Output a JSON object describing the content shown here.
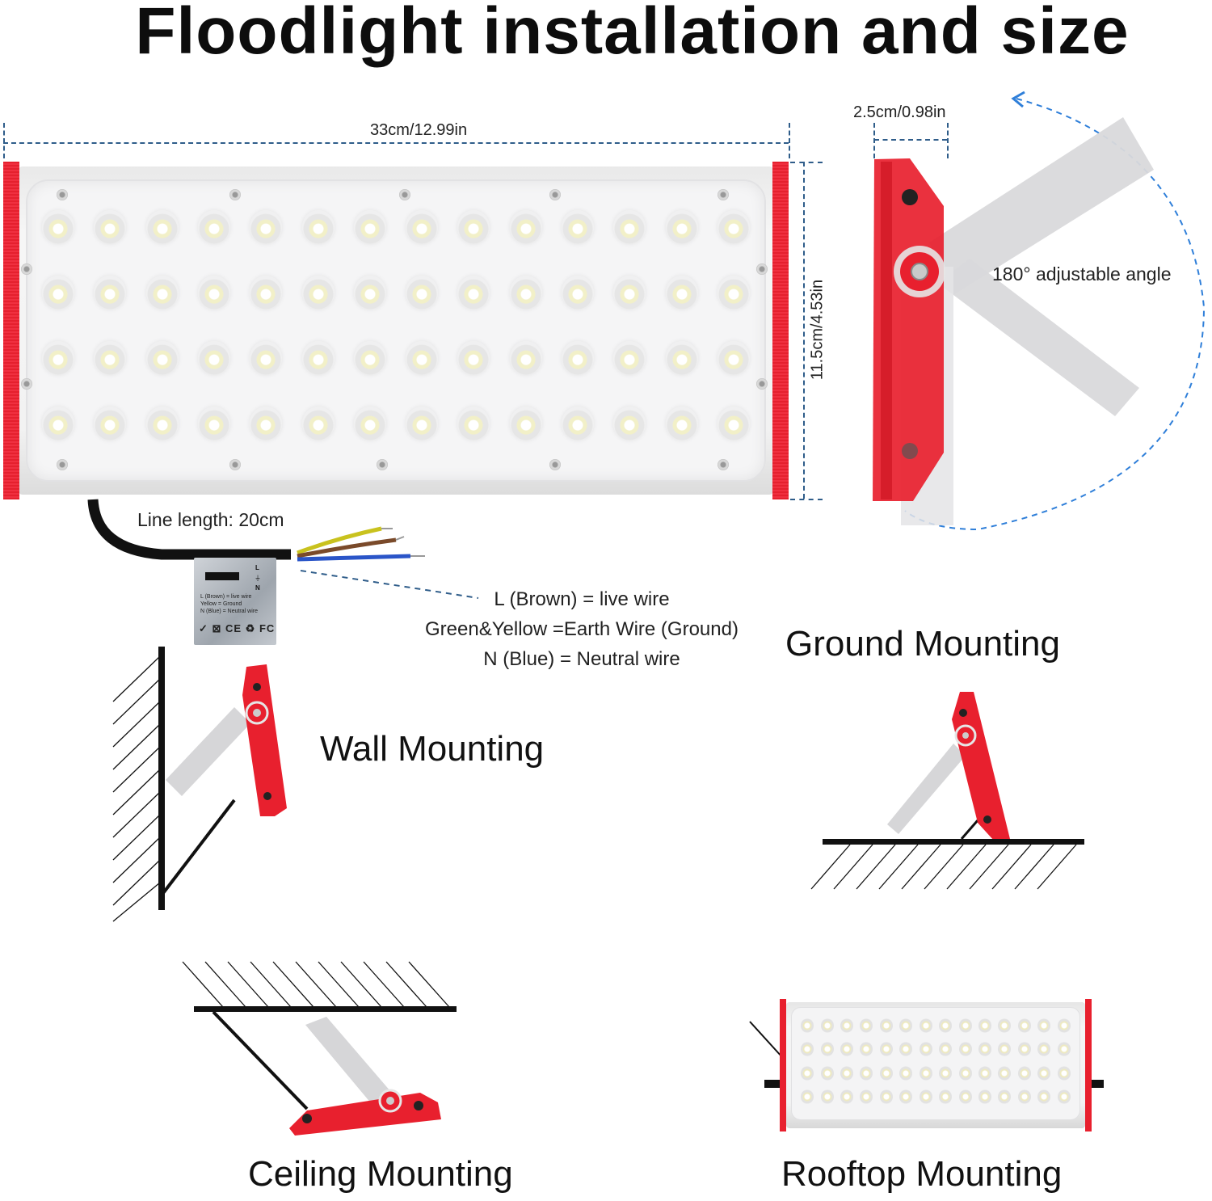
{
  "title": "Floodlight installation and size",
  "dimensions": {
    "length": "33cm/12.99in",
    "height": "11.5cm/4.53in",
    "depth": "2.5cm/0.98in",
    "angle": "180° adjustable angle"
  },
  "cable": {
    "line_length": "Line length: 20cm",
    "sticker": {
      "wire_labels": [
        "L",
        "⏚",
        "N"
      ],
      "lines": [
        "L (Brown) = live wire",
        "Yellow = Ground",
        "N (Blue) = Neutral wire"
      ],
      "certifications": "✓ ⊠ CE ♻ FC"
    },
    "legend": [
      "L (Brown) = live wire",
      "Green&Yellow =Earth Wire (Ground)",
      "N (Blue) = Neutral wire"
    ]
  },
  "led_layout": {
    "rows": 4,
    "columns": 14
  },
  "mounting": {
    "wall": "Wall Mounting",
    "ground": "Ground Mounting",
    "ceiling": "Ceiling Mounting",
    "rooftop": "Rooftop Mounting"
  },
  "colors": {
    "housing_red": "#e8202e",
    "dimension_line": "#2f5d8a",
    "angle_arrow": "#2f7fd9",
    "bracket_gray": "#d6d6d8",
    "wire_brown": "#7a4a2a",
    "wire_blue": "#2a55c8",
    "wire_yellow_green": "#c9c21e"
  }
}
